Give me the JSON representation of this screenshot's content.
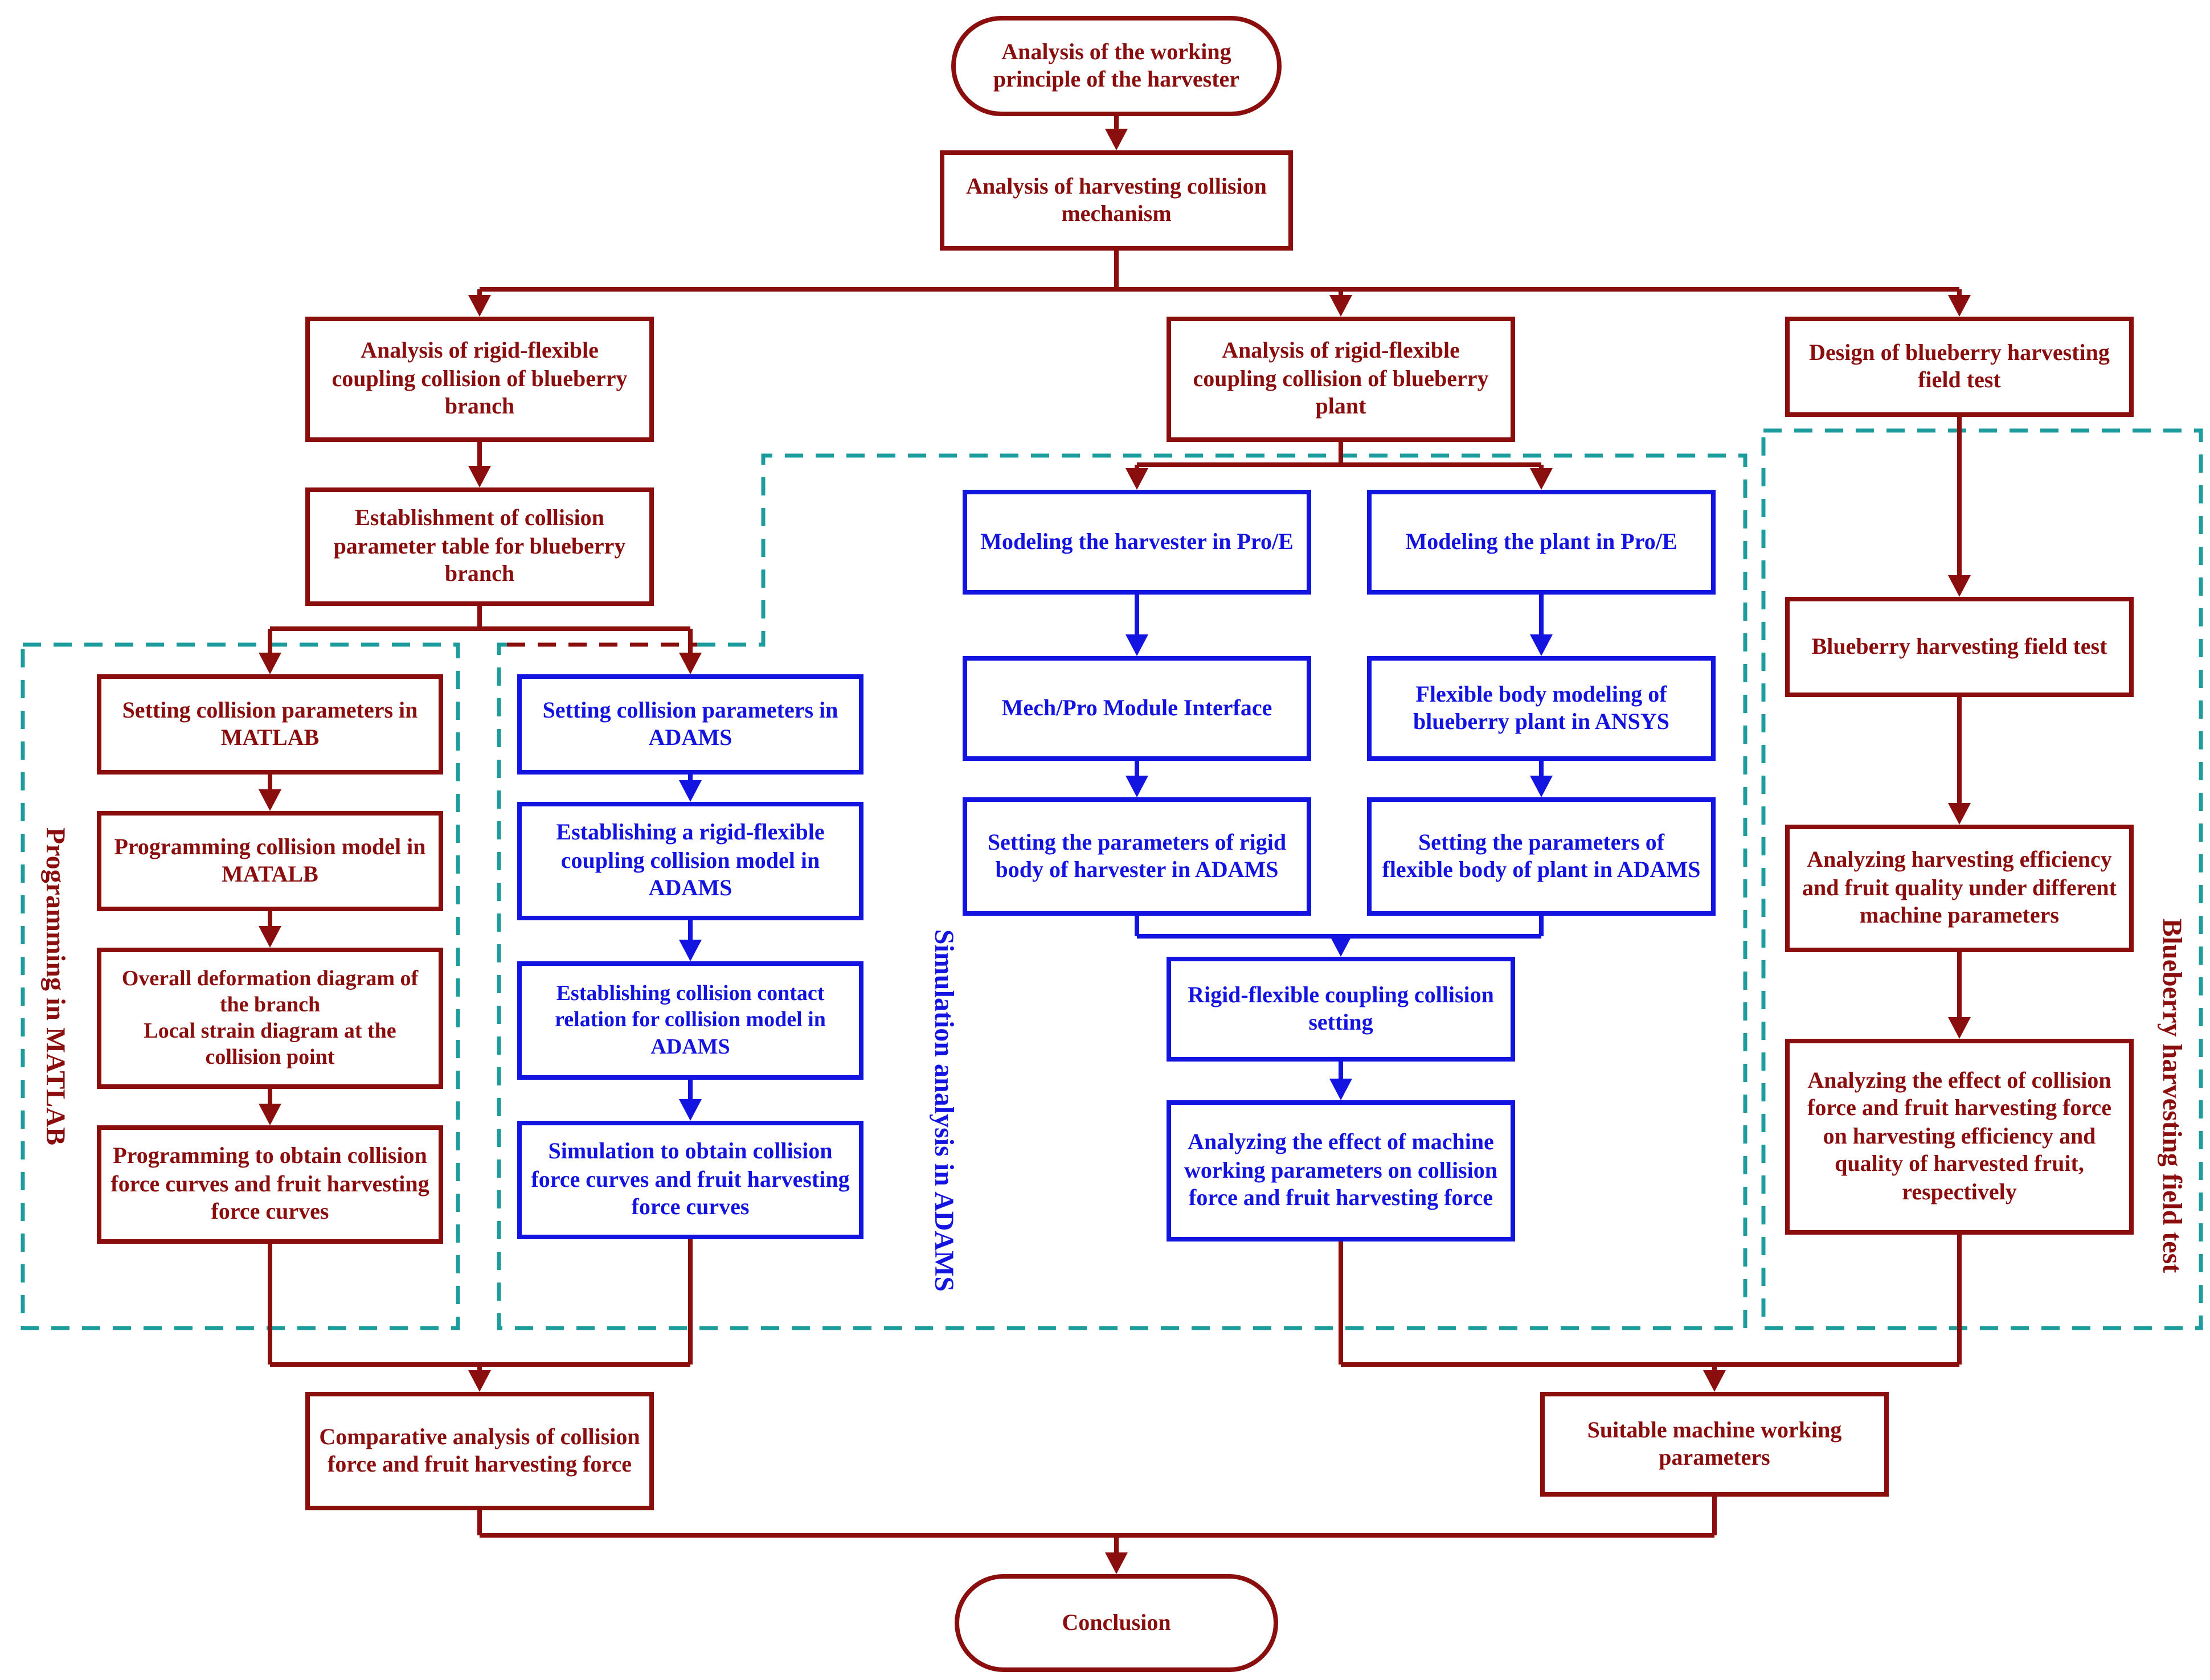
{
  "colors": {
    "box_red": "#8B0E0E",
    "box_blue": "#1414E0",
    "dashed_teal": "#1C9C9C",
    "background": "#FFFFFF"
  },
  "nodes": {
    "start_oval": {
      "label": "Analysis of the working principle of the harvester"
    },
    "collision_mechanism": {
      "label": "Analysis of harvesting collision mechanism"
    },
    "branch_analysis": {
      "label": "Analysis of rigid-flexible coupling collision of blueberry branch"
    },
    "plant_analysis": {
      "label": "Analysis of rigid-flexible coupling collision of blueberry plant"
    },
    "field_test_design": {
      "label": "Design of blueberry harvesting field test"
    },
    "param_table": {
      "label": "Establishment of collision parameter table for blueberry branch"
    },
    "matlab_params": {
      "label": "Setting collision parameters in MATLAB"
    },
    "matlab_model": {
      "label": "Programming collision model in MATALB"
    },
    "matlab_diagram": {
      "label": "Overall deformation diagram of the branch\nLocal strain diagram at the collision point"
    },
    "matlab_curves": {
      "label": "Programming to obtain collision force curves and fruit harvesting force curves"
    },
    "adams_params": {
      "label": "Setting collision parameters in ADAMS"
    },
    "adams_model": {
      "label": "Establishing a rigid-flexible coupling collision model in ADAMS"
    },
    "adams_contact": {
      "label": "Establishing collision contact relation for collision model in ADAMS"
    },
    "adams_sim": {
      "label": "Simulation to obtain collision force curves and fruit harvesting force curves"
    },
    "harvester_proe": {
      "label": "Modeling the harvester in Pro/E"
    },
    "mechpro": {
      "label": "Mech/Pro Module Interface"
    },
    "rigid_params": {
      "label": "Setting the parameters of rigid body of harvester in ADAMS"
    },
    "plant_proe": {
      "label": "Modeling the plant in Pro/E"
    },
    "ansys_flex": {
      "label": "Flexible body modeling of blueberry plant in ANSYS"
    },
    "flex_params": {
      "label": "Setting the parameters of flexible body of plant in ADAMS"
    },
    "coupling_setting": {
      "label": "Rigid-flexible coupling collision setting"
    },
    "machine_effect": {
      "label": "Analyzing the effect of machine working parameters on collision force and fruit harvesting force"
    },
    "field_test": {
      "label": "Blueberry harvesting field test"
    },
    "efficiency_quality": {
      "label": "Analyzing harvesting efficiency and fruit quality under different machine parameters"
    },
    "force_effect": {
      "label": "Analyzing the effect of collision force and fruit harvesting force on harvesting efficiency and quality of harvested fruit, respectively"
    },
    "comparative": {
      "label": "Comparative analysis of collision force and fruit harvesting force"
    },
    "suitable_params": {
      "label": "Suitable machine working parameters"
    },
    "conclusion": {
      "label": "Conclusion"
    }
  },
  "regions": {
    "matlab": {
      "label": "Programming in MATLAB"
    },
    "adams": {
      "label": "Simulation analysis in ADAMS"
    },
    "field_test": {
      "label": "Blueberry harvesting field test"
    }
  }
}
